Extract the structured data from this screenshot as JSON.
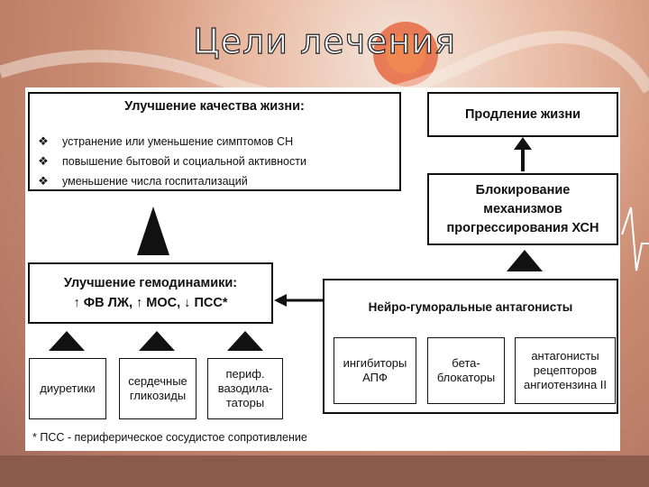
{
  "title": "Цели лечения",
  "quality": {
    "title": "Улучшение качества жизни:",
    "bullet_icon": "diamond-bullet-icon",
    "items": [
      "устранение или уменьшение симптомов СН",
      "повышение бытовой и социальной активности",
      "уменьшение числа госпитализаций"
    ]
  },
  "prolong": "Продление жизни",
  "blocking": {
    "line1": "Блокирование",
    "line2": "механизмов",
    "line3": "прогрессирования ХСН"
  },
  "hemo": {
    "title": "Улучшение гемодинамики:",
    "line": "↑ ФВ ЛЖ, ↑ МОС, ↓ ПСС*"
  },
  "neuro": {
    "title": "Нейро-гуморальные антагонисты",
    "ace": [
      "ингибиторы",
      "АПФ"
    ],
    "beta": [
      "бета-",
      "блокаторы"
    ],
    "arb": [
      "антагонисты",
      "рецепторов",
      "ангиотензина II"
    ]
  },
  "drugs": {
    "diuretics": [
      "диуретики"
    ],
    "glycosides": [
      "сердечные",
      "гликозиды"
    ],
    "vaso": [
      "периф.",
      "вазодила-",
      "таторы"
    ]
  },
  "footnote": "* ПСС - периферическое сосудистое сопротивление"
}
